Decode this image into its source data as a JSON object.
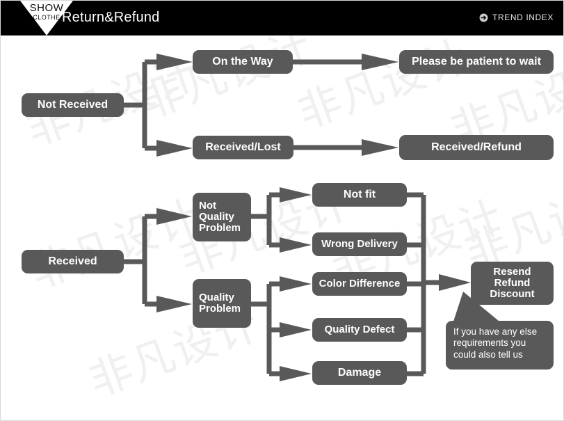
{
  "header": {
    "logo_line1": "SHOW",
    "logo_line2": "CLOTHE",
    "title": "Return&Refund",
    "trend_label": "TREND INDEX",
    "trend_icon": "circle-arrow-right-icon",
    "bar_color": "#000000",
    "title_color": "#ffffff"
  },
  "theme": {
    "node_fill": "#595959",
    "node_text": "#ffffff",
    "connector": "#595959",
    "page_background": "#ffffff",
    "watermark_color": "#eef0f2"
  },
  "watermark": {
    "text": "非凡设计",
    "repeat_count": 9
  },
  "flow": {
    "top_section": {
      "root": "Not Received",
      "branches": [
        {
          "stage": "On the Way",
          "outcome": "Please be patient to wait"
        },
        {
          "stage": "Received/Lost",
          "outcome": "Received/Refund"
        }
      ]
    },
    "bottom_section": {
      "root": "Received",
      "groups": [
        {
          "label": "Not Quality\nProblem",
          "label_lines": [
            "Not",
            "Quality",
            "Problem"
          ],
          "reasons": [
            "Not fit",
            "Wrong Delivery"
          ]
        },
        {
          "label": "Quality\nProblem",
          "label_lines": [
            "Quality",
            "Problem"
          ],
          "reasons": [
            "Color Difference",
            "Quality Defect",
            "Damage"
          ]
        }
      ],
      "resolution": {
        "lines": [
          "Resend",
          "Refund",
          "Discount"
        ]
      },
      "note": {
        "lines": [
          "If you have any else",
          "requirements you",
          "could also tell us"
        ]
      }
    }
  },
  "nodes": {
    "not_received": "Not Received",
    "on_the_way": "On the Way",
    "please_wait": "Please be patient to wait",
    "received_lost": "Received/Lost",
    "received_refund": "Received/Refund",
    "received": "Received",
    "not_quality_problem_l1": "Not",
    "not_quality_problem_l2": "Quality",
    "not_quality_problem_l3": "Problem",
    "quality_problem_l1": "Quality",
    "quality_problem_l2": "Problem",
    "not_fit": "Not fit",
    "wrong_delivery": "Wrong Delivery",
    "color_difference": "Color Difference",
    "quality_defect": "Quality Defect",
    "damage": "Damage",
    "resolution_l1": "Resend",
    "resolution_l2": "Refund",
    "resolution_l3": "Discount",
    "note_l1": "If you have any else",
    "note_l2": "requirements you",
    "note_l3": "could also tell us"
  }
}
